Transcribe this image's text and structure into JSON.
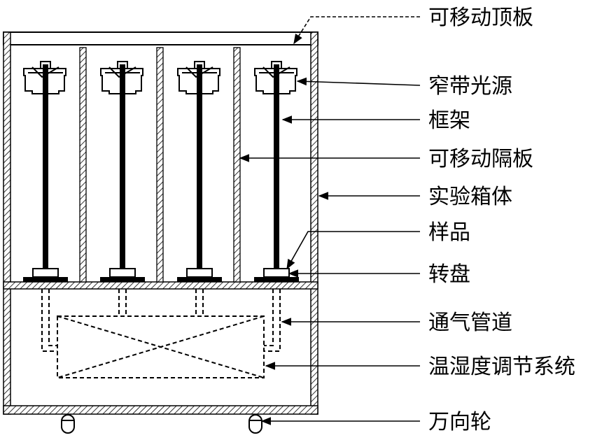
{
  "labels": {
    "top_board": "可移动顶板",
    "light_source": "窄带光源",
    "frame": "框架",
    "partition": "可移动隔板",
    "chamber": "实验箱体",
    "sample": "样品",
    "turntable": "转盘",
    "duct": "通气管道",
    "climate_system": "温湿度调节系统",
    "caster": "万向轮"
  }
}
